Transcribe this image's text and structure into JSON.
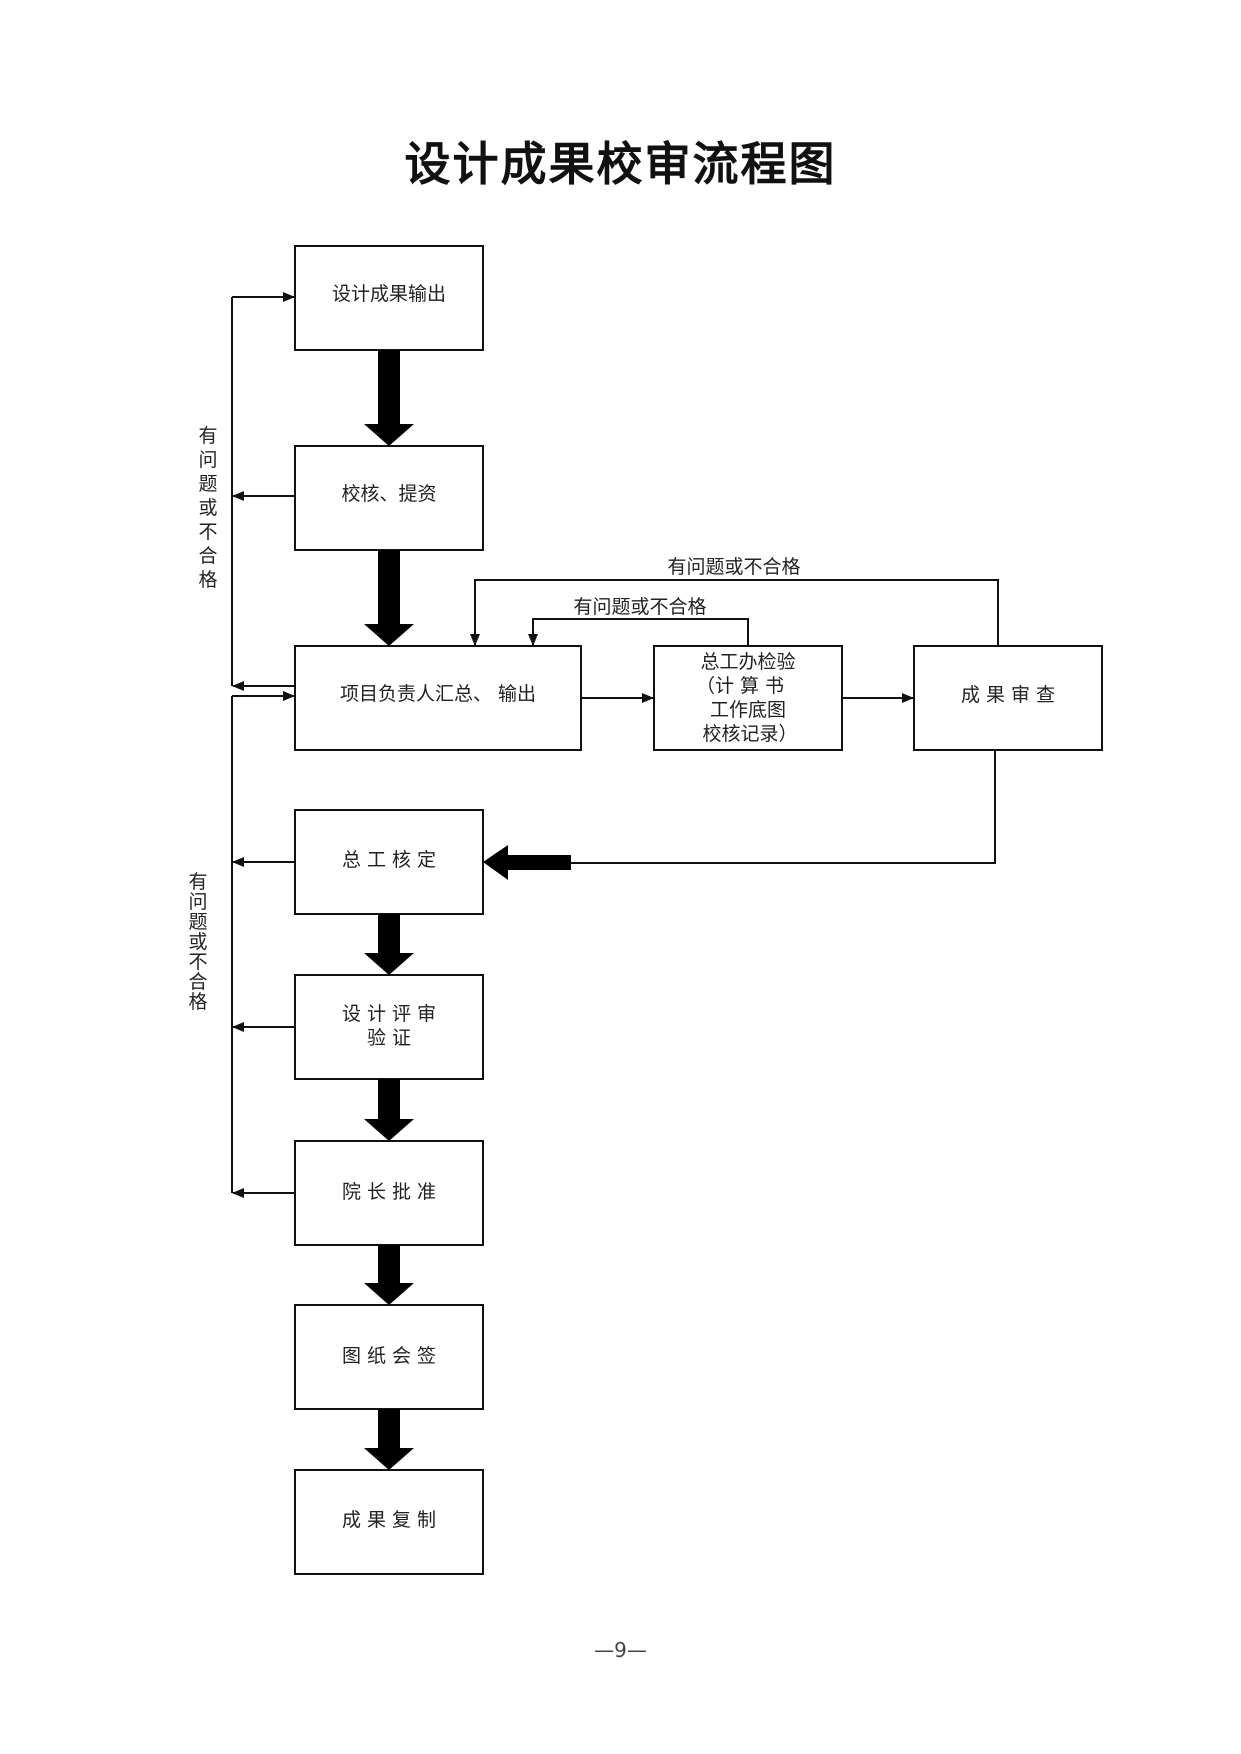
{
  "title": "设计成果校审流程图",
  "nodes": {
    "output": "设计成果输出",
    "check": "校核、提资",
    "summary": "项目负责人汇总、 输出",
    "office_line1": "总工办检验",
    "office_line2": "（计 算 书",
    "office_line3": "工作底图",
    "office_line4": "校核记录）",
    "review": "成  果  审  查",
    "chief": "总  工  核  定",
    "design_line1": "设  计  评  审",
    "design_line2": "验                证",
    "approve": "院  长  批  准",
    "sign": "图  纸  会  签",
    "copy": "成  果  复  制"
  },
  "labels": {
    "fail_vertical_top": [
      "有",
      "问",
      "题",
      "或",
      "不",
      "合",
      "格"
    ],
    "fail_vertical_bottom": [
      "有",
      "问",
      "题",
      "或",
      "不",
      "合",
      "格"
    ],
    "fail_outer": "有问题或不合格",
    "fail_inner": "有问题或不合格"
  },
  "page_number": "—9—"
}
